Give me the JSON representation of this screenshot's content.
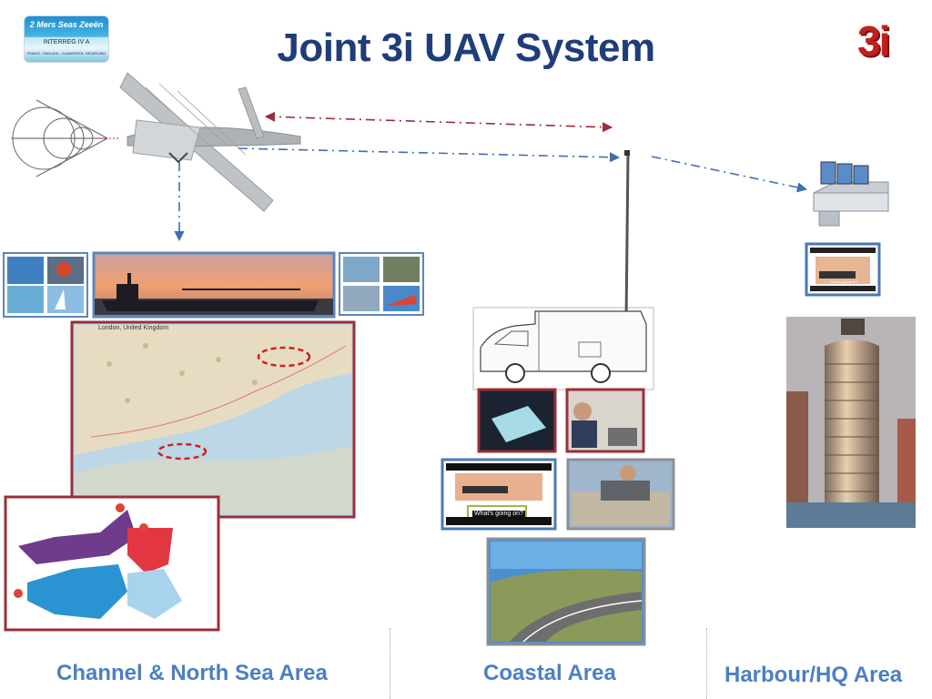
{
  "title": "Joint 3i UAV System",
  "logo_interreg": {
    "line1": "2 Mers Seas Zeeën",
    "line2": "INTERREG IV A",
    "line3": "FRANCE - ENGLAND - VLAANDEREN - NEDERLAND"
  },
  "logo_3i": "3i",
  "map_caption": "London, United Kingdom",
  "screen_caption": "What's going on?",
  "areas": {
    "channel": "Channel & North Sea Area",
    "coastal": "Coastal Area",
    "harbour": "Harbour/HQ Area"
  },
  "icons": {
    "uav": "uav-aircraft-icon",
    "sensor_cone": "sensor-cone-icon",
    "van": "mast-van-icon",
    "control_station": "control-station-icon"
  },
  "colors": {
    "title": "#1f3d7a",
    "area_label": "#4b7fc3",
    "link_red": "#9a2f37",
    "link_blue": "#3f6fb0",
    "logo_3i": "#c21e1e"
  }
}
